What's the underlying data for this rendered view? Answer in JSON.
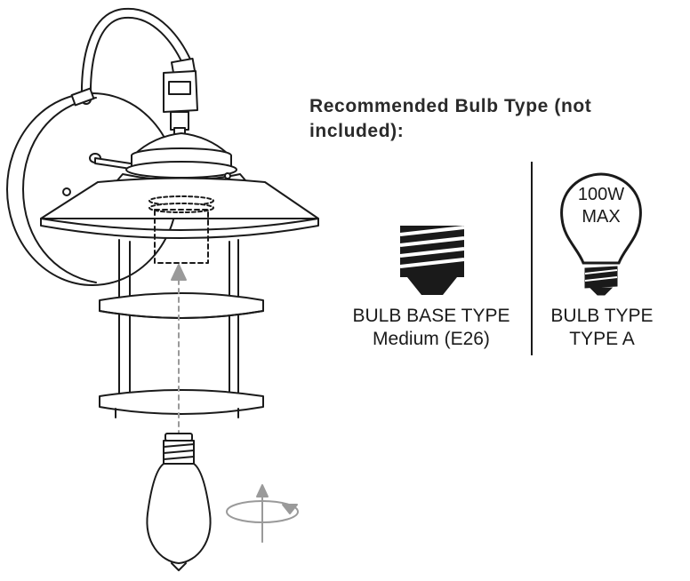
{
  "heading": "Recommended Bulb Type (not included):",
  "base_type": {
    "line1": "BULB BASE TYPE",
    "line2": "Medium (E26)"
  },
  "bulb_type": {
    "line1": "BULB TYPE",
    "line2": "TYPE A"
  },
  "wattage": {
    "line1": "100W",
    "line2": "MAX"
  },
  "colors": {
    "line": "#1a1a1a",
    "arrow": "#9a9a9a",
    "fill": "#ffffff"
  },
  "icons": [
    "wall-lantern-illustration",
    "edison-bulb-icon",
    "rotate-arrow-icon",
    "insert-arrow-icon",
    "e26-base-icon",
    "a-type-bulb-icon"
  ]
}
